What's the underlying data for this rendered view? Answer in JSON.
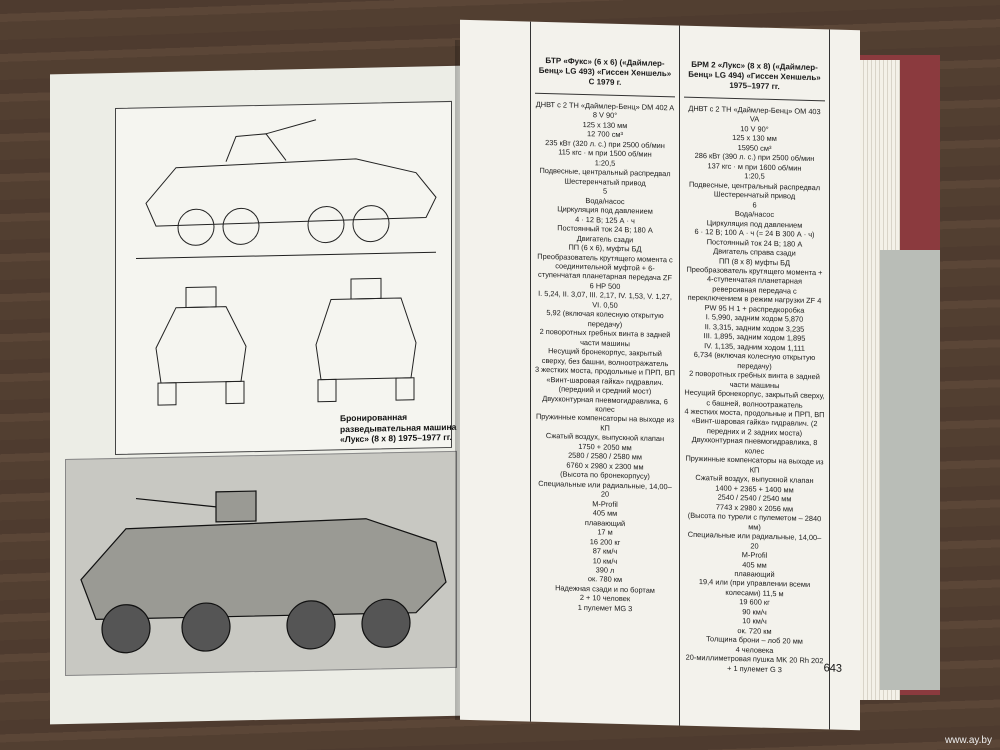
{
  "photo": {
    "watermark": "www.ay.by"
  },
  "left_page": {
    "caption": "Бронированная разведывательная машина «Лукс» (8 х 8) 1975–1977 гг."
  },
  "right_page": {
    "page_number": "643",
    "columns": [
      {
        "header": "БТР «Фукс» (6 х 6) («Даймлер-Бенц» LG 493) «Гиссен Хеншель» С 1979 г.",
        "rows": [
          "ДНВТ с 2 ТН «Даймлер-Бенц» DM 402 A",
          "8 V 90°",
          "125 х 130 мм",
          "12 700 см³",
          "235 кВт (320 л. с.) при 2500 об/мин",
          "115 кгс · м при 1500 об/мин",
          "1:20,5",
          "Подвесные, центральный распредвал",
          "Шестеренчатый привод",
          "5",
          "Вода/насос",
          "Циркуляция под давлением",
          "4 · 12 В; 125 А · ч",
          "Постоянный ток 24 В; 180 А",
          "Двигатель сзади",
          "ПП (6 х 6), муфты БД",
          "Преобразователь крутящего момента с соединительной муфтой + 6-ступенчатая планетарная передача ZF 6 HP 500",
          "I. 5,24, II. 3,07, III. 2,17, IV. 1,53, V. 1,27, VI. 0,50",
          "5,92 (включая колесную открытую передачу)",
          "2 поворотных гребных винта в задней части машины",
          "Несущий бронекорпус, закрытый сверху, без башни, волноотражатель",
          "3 жестких моста, продольные и ПРП, ВП «Винт-шаровая гайка» гидравлич. (передний и средний мост)",
          "Двухконтурная пневмогидравлика, 6 колес",
          "Пружинные компенсаторы на выходе из КП",
          "Сжатый воздух, выпускной клапан",
          "1750 + 2050 мм",
          "2580 / 2580 / 2580 мм",
          "6760 х 2980 х 2300 мм",
          "(Высота по бронекорпусу)",
          "Специальные или радиальные, 14,00–20",
          "M-Profil",
          "405 мм",
          "плавающий",
          "17 м",
          "16 200 кг",
          "87 км/ч",
          "10 км/ч",
          "390 л",
          "ок. 780 км",
          "Надежная сзади и по бортам",
          "2 + 10 человек",
          "1 пулемет MG 3"
        ]
      },
      {
        "header": "БРМ 2 «Лукс» (8 х 8) («Даймлер-Бенц» LG 494) «Гиссен Хеншель» 1975–1977 гг.",
        "rows": [
          "ДНВТ с 2 ТН «Даймлер-Бенц» OM 403 VA",
          "10 V 90°",
          "125 х 130 мм",
          "15950 см³",
          "286 кВт (390 л. с.) при 2500 об/мин",
          "137 кгс · м при 1600 об/мин",
          "1:20,5",
          "Подвесные, центральный распредвал",
          "Шестеренчатый привод",
          "6",
          "Вода/насос",
          "Циркуляция под давлением",
          "6 · 12 В; 100 А · ч (= 24 В 300 А · ч)",
          "Постоянный ток 24 В; 180 А",
          "Двигатель справа сзади",
          "ПП (8 х 8) муфты БД",
          "Преобразователь крутящего момента + 4-ступенчатая планетарная реверсивная передача с переключением в режим нагрузки ZF 4 PW 95 H 1 + распредкоробка",
          "I. 5,990, задним ходом 5,870",
          "II. 3,315, задним ходом 3,235",
          "III. 1,895, задним ходом 1,895",
          "IV. 1,135, задним ходом 1,111",
          "6,734 (включая колесную открытую передачу)",
          "2 поворотных гребных винта в задней части машины",
          "Несущий бронекорпус, закрытый сверху, с башней, волноотражатель",
          "4 жестких моста, продольные и ПРП, ВП «Винт-шаровая гайка» гидравлич. (2 передних и 2 задних моста)",
          "Двухконтурная пневмогидравлика, 8 колес",
          "Пружинные компенсаторы на выходе из КП",
          "Сжатый воздух, выпускной клапан",
          "1400 + 2365 + 1400 мм",
          "2540 / 2540 / 2540 мм",
          "7743 х 2980 х 2056 мм",
          "(Высота по турели с пулеметом – 2840 мм)",
          "Специальные или радиальные, 14,00–20",
          "M-Profil",
          "405 мм",
          "плавающий",
          "19,4 или (при управлении всеми колесами) 11,5 м",
          "19 600 кг",
          "90 км/ч",
          "10 км/ч",
          "ок. 720 км",
          "Толщина брони – лоб 20 мм",
          "4 человека",
          "20-миллиметровая пушка MK 20 Rh 202 + 1 пулемет G 3"
        ]
      }
    ]
  }
}
